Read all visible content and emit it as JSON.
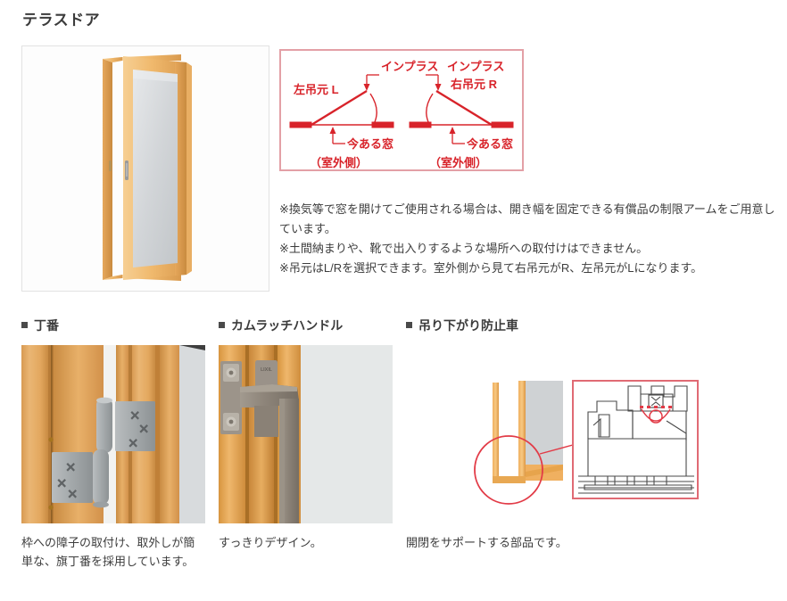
{
  "page": {
    "title": "テラスドア"
  },
  "hero": {
    "alt_name": "terrace-door-photo"
  },
  "swing_diagram": {
    "border_color": "#e3a0a6",
    "ink_color": "#d8232a",
    "left": {
      "hinge_label": "左吊元 L",
      "product_label": "インプラス",
      "existing_window_label": "今ある窓",
      "side_label": "（室外側）"
    },
    "right": {
      "hinge_label": "右吊元 R",
      "product_label": "インプラス",
      "existing_window_label": "今ある窓",
      "side_label": "（室外側）"
    }
  },
  "notes": [
    "※換気等で窓を開けてご使用される場合は、開き幅を固定できる有償品の制限アームをご用意しています。",
    "※土間納まりや、靴で出入りするような場所への取付けはできません。",
    "※吊元はL/Rを選択できます。室外側から見て右吊元がR、左吊元がLになります。"
  ],
  "features": [
    {
      "heading": "丁番",
      "caption": "枠への障子の取付け、取外しが簡単な、旗丁番を採用しています。",
      "photo_name": "hinge-photo"
    },
    {
      "heading": "カムラッチハンドル",
      "caption": "すっきりデザイン。",
      "photo_name": "cam-latch-handle-photo",
      "brand_mark": "LIXIL"
    },
    {
      "heading": "吊り下がり防止車",
      "caption": "開閉をサポートする部品です。",
      "photo_name": "anti-sag-roller-diagram"
    }
  ],
  "colors": {
    "wood_light": "#f3c27a",
    "wood_mid": "#e0a košt",
    "glass": "#d2d5d7",
    "metal": "#9b9b9b",
    "accent_red": "#d8232a"
  }
}
